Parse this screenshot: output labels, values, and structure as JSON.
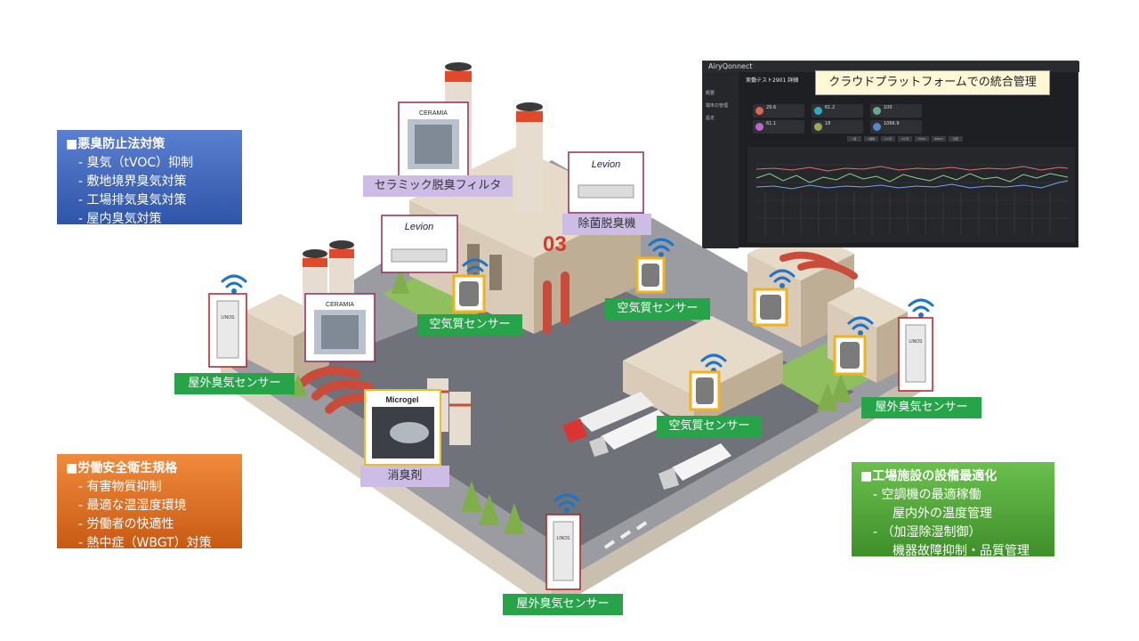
{
  "odor_box": {
    "title": "■悪臭防止法対策",
    "items": [
      "- 臭気（tVOC）抑制",
      "- 敷地境界臭気対策",
      "- 工場排気臭気対策",
      "- 屋内臭気対策"
    ],
    "color": "#2f55a8"
  },
  "labor_box": {
    "title": "■労働安全衛生規格",
    "items": [
      "- 有害物質抑制",
      "- 最適な温湿度環境",
      "- 労働者の快適性",
      "- 熱中症（WBGT）対策"
    ],
    "color": "#c85a14"
  },
  "facility_box": {
    "title": "■工場施設の設備最適化",
    "items": [
      "- 空調機の最適稼働",
      "屋内外の温度管理",
      "- （加湿除湿制御）",
      "機器故障抑制・品質管理"
    ],
    "color": "#3f8f2a"
  },
  "labels": {
    "ceramic_filter": "セラミック脱臭フィルタ",
    "sterilizer": "除菌脱臭機",
    "air_sensor_1": "空気質センサー",
    "air_sensor_2": "空気質センサー",
    "air_sensor_3": "空気質センサー",
    "outdoor_sensor_1": "屋外臭気センサー",
    "outdoor_sensor_2": "屋外臭気センサー",
    "outdoor_sensor_3": "屋外臭気センサー",
    "deodorant": "消臭剤",
    "building_number": "03"
  },
  "brands": {
    "ceramic": "CERAMIA",
    "levion": "Levion",
    "microgel": "Microgel",
    "sensor": "LINOS"
  },
  "dashboard": {
    "brand": "AiryQonnect",
    "callout": "クラウドプラットフォームでの統合管理",
    "heading": "実働テスト2901 詳細",
    "side_items": [
      "概要",
      "端末の管理",
      "設定"
    ],
    "tiles": [
      "29.6",
      "61.2",
      "100",
      "61.1",
      "18",
      "1066.9"
    ],
    "tabs": [
      "1日",
      "1週間",
      "1ヶ月",
      "3ヶ月",
      "TVOC",
      "PM2.5",
      "気圧"
    ]
  },
  "colors": {
    "ground": "#9a9ca1",
    "road": "#6f7278",
    "building": "#d9cbb8",
    "building_dark": "#a8967f",
    "chimney_red": "#e04a2a",
    "pipe_red": "#c94b3a",
    "tree": "#7fae4a",
    "lawn": "#8fbf5e",
    "wifi": "#1e74c8",
    "sensor_border": "#f2b21c"
  }
}
